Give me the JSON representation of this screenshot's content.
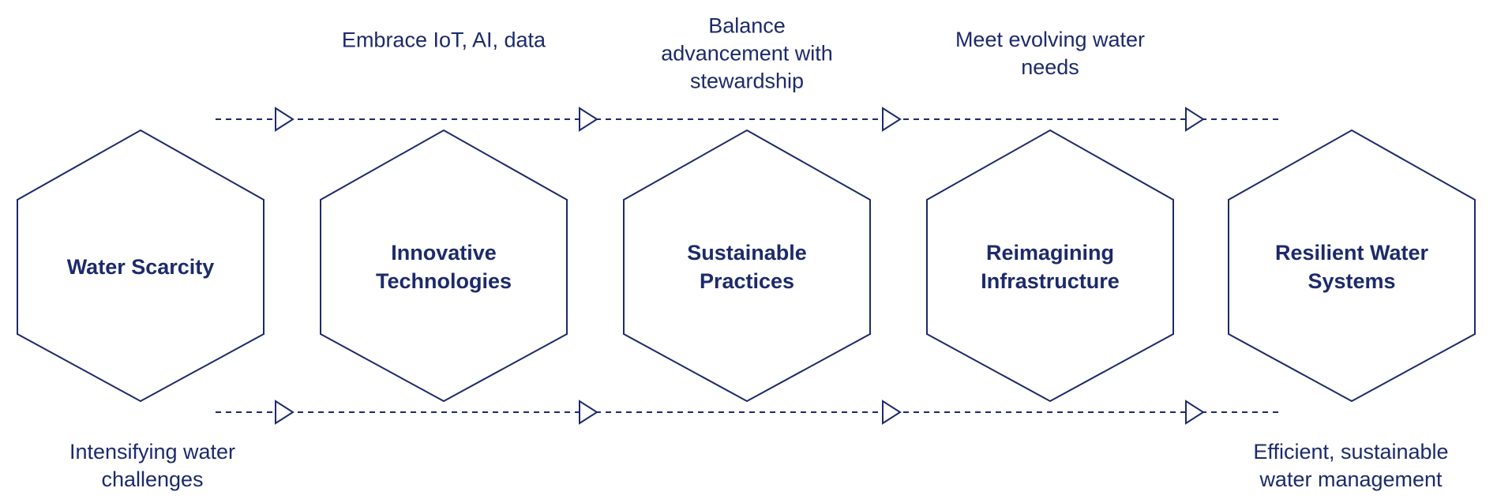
{
  "colors": {
    "stroke": "#1c2a6b",
    "text": "#1c2a6b"
  },
  "stages": [
    {
      "title": "Water Scarcity"
    },
    {
      "title": "Innovative\nTechnologies"
    },
    {
      "title": "Sustainable\nPractices"
    },
    {
      "title": "Reimagining\nInfrastructure"
    },
    {
      "title": "Resilient Water\nSystems"
    }
  ],
  "top_labels": [
    "Embrace IoT, AI, data",
    "Balance\nadvancement with\nstewardship",
    "Meet evolving water\nneeds"
  ],
  "bottom_labels": [
    "Intensifying water\nchallenges",
    "Efficient, sustainable\nwater management"
  ]
}
